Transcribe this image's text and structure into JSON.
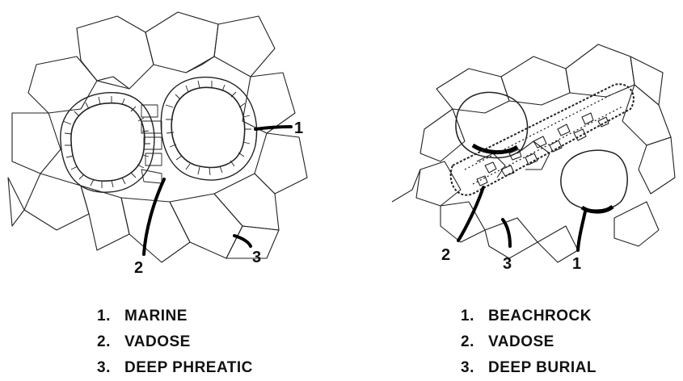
{
  "diagrams": [
    {
      "callouts": [
        "1",
        "2",
        "3"
      ],
      "legend": [
        {
          "num": "1.",
          "label": "MARINE"
        },
        {
          "num": "2.",
          "label": "VADOSE"
        },
        {
          "num": "3.",
          "label": "DEEP PHREATIC"
        }
      ]
    },
    {
      "callouts": [
        "1",
        "2",
        "3"
      ],
      "legend": [
        {
          "num": "1.",
          "label": "BEACHROCK"
        },
        {
          "num": "2.",
          "label": "VADOSE"
        },
        {
          "num": "3.",
          "label": "DEEP BURIAL"
        }
      ]
    }
  ],
  "colors": {
    "ink": "#111111",
    "background": "#ffffff"
  }
}
